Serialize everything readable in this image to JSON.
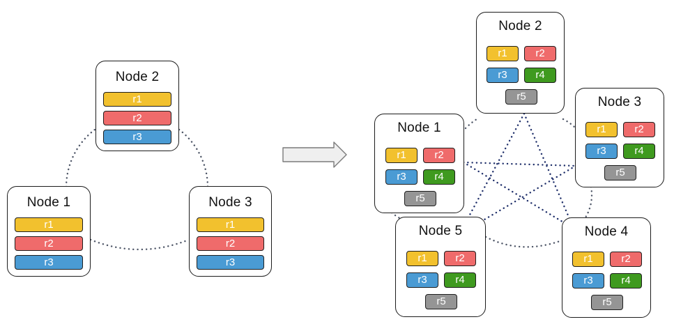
{
  "colors": {
    "r1": "#f2c12e",
    "r2": "#ef6b6b",
    "r3": "#4a9bd4",
    "r4": "#3f9a1f",
    "r5": "#959595"
  },
  "before": {
    "nodes": [
      {
        "title": "Node 1",
        "replicas": [
          "r1",
          "r2",
          "r3"
        ]
      },
      {
        "title": "Node 2",
        "replicas": [
          "r1",
          "r2",
          "r3"
        ]
      },
      {
        "title": "Node 3",
        "replicas": [
          "r1",
          "r2",
          "r3"
        ]
      }
    ]
  },
  "after": {
    "nodes": [
      {
        "title": "Node 1",
        "replicas": [
          "r1",
          "r2",
          "r3",
          "r4",
          "r5"
        ]
      },
      {
        "title": "Node 2",
        "replicas": [
          "r1",
          "r2",
          "r3",
          "r4",
          "r5"
        ]
      },
      {
        "title": "Node 3",
        "replicas": [
          "r1",
          "r2",
          "r3",
          "r4",
          "r5"
        ]
      },
      {
        "title": "Node 4",
        "replicas": [
          "r1",
          "r2",
          "r3",
          "r4",
          "r5"
        ]
      },
      {
        "title": "Node 5",
        "replicas": [
          "r1",
          "r2",
          "r3",
          "r4",
          "r5"
        ]
      }
    ]
  },
  "arrow": {
    "icon": "right-arrow-icon"
  }
}
